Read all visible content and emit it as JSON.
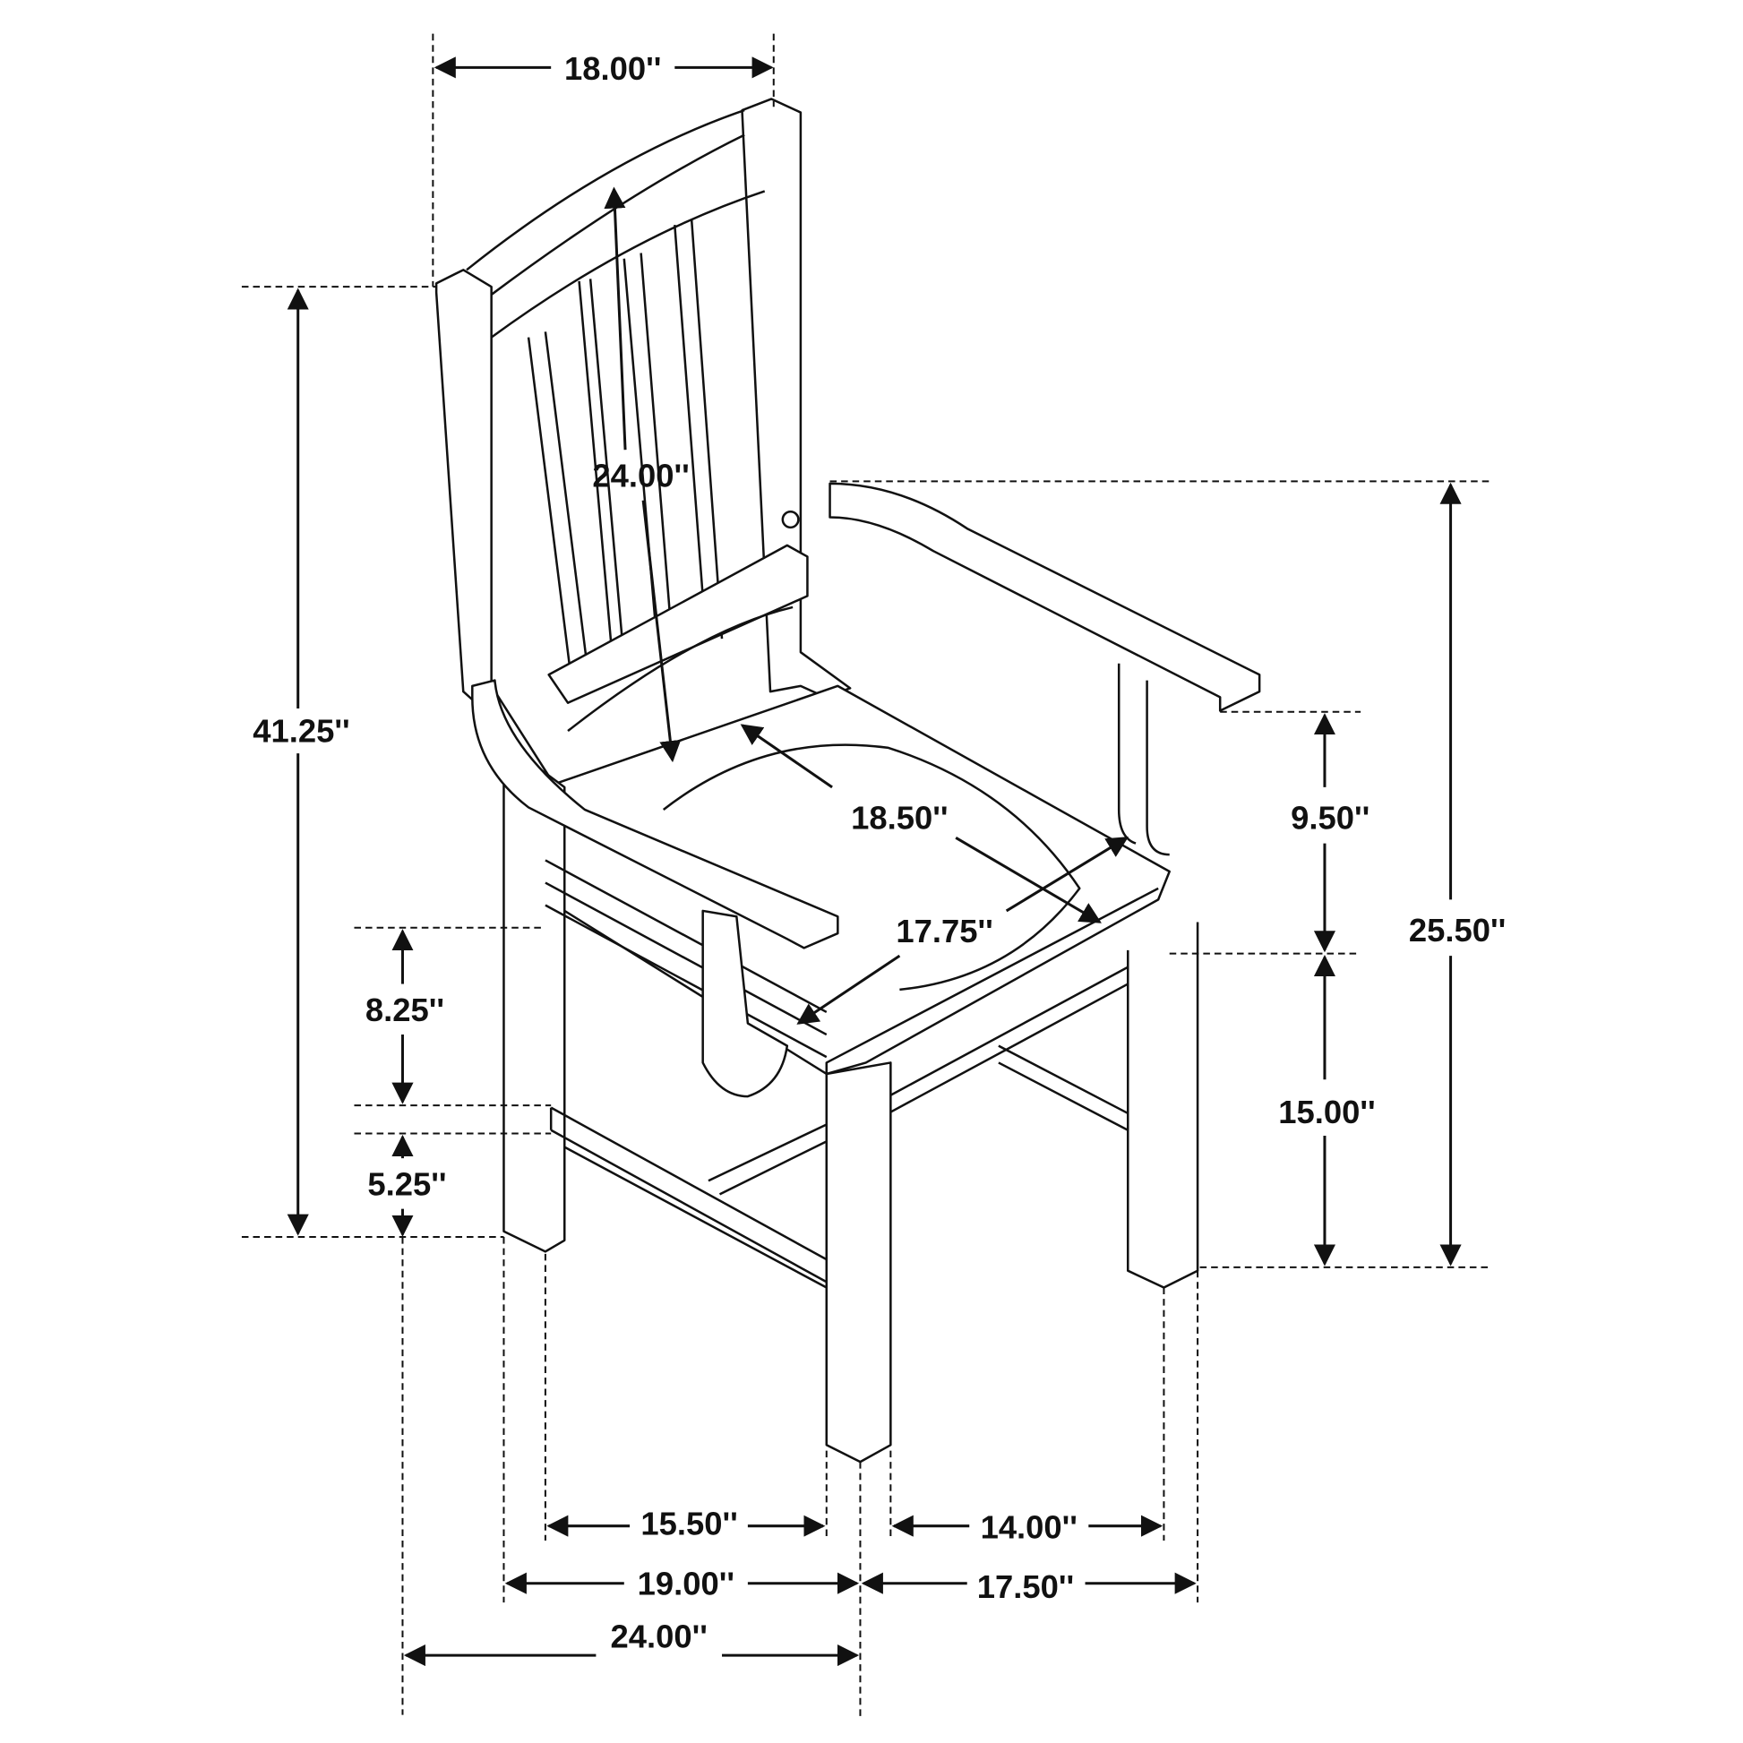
{
  "dimensions": {
    "back_width": "18.00''",
    "back_height": "24.00''",
    "overall_height": "41.25''",
    "arm_height": "25.50''",
    "arm_above_seat": "9.50''",
    "seat_depth": "18.50''",
    "seat_width": "17.75''",
    "stretcher_gap": "8.25''",
    "seat_height": "15.00''",
    "stretcher_height": "5.25''",
    "inner_depth": "15.50''",
    "inner_width": "14.00''",
    "leg_depth": "19.00''",
    "leg_width": "17.50''",
    "overall_depth": "24.00''"
  }
}
